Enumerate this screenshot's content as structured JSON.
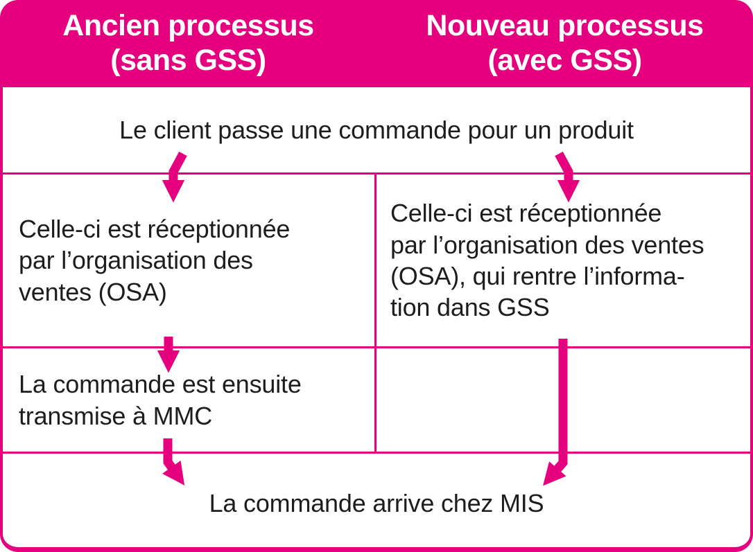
{
  "colors": {
    "magenta": "#e5007d",
    "body_text": "#1d1d1b",
    "header_text": "#ffffff",
    "background": "#ffffff"
  },
  "header": {
    "old_process": "Ancien processus\n(sans GSS)",
    "new_process": "Nouveau processus\n(avec GSS)"
  },
  "steps": {
    "order_placed": "Le client passe une commande pour un produit",
    "old_reception": "Celle-ci est réceptionnée\npar l’organisation des\nventes (OSA)",
    "new_reception": "Celle-ci est réceptionnée\npar l’organisation des ventes\n(OSA), qui rentre l’informa-\ntion dans GSS",
    "old_transmission": "La commande est ensuite\ntransmise à MMC",
    "arrival": "La commande arrive chez MIS"
  },
  "arrows": [
    {
      "name": "arrow-order-to-old-reception",
      "shape": "bent-down"
    },
    {
      "name": "arrow-order-to-new-reception",
      "shape": "bent-down"
    },
    {
      "name": "arrow-old-reception-to-transmission",
      "shape": "straight-down"
    },
    {
      "name": "arrow-old-transmission-to-arrival",
      "shape": "down-bend-right"
    },
    {
      "name": "arrow-new-reception-to-arrival",
      "shape": "long-down-bend-left"
    }
  ]
}
